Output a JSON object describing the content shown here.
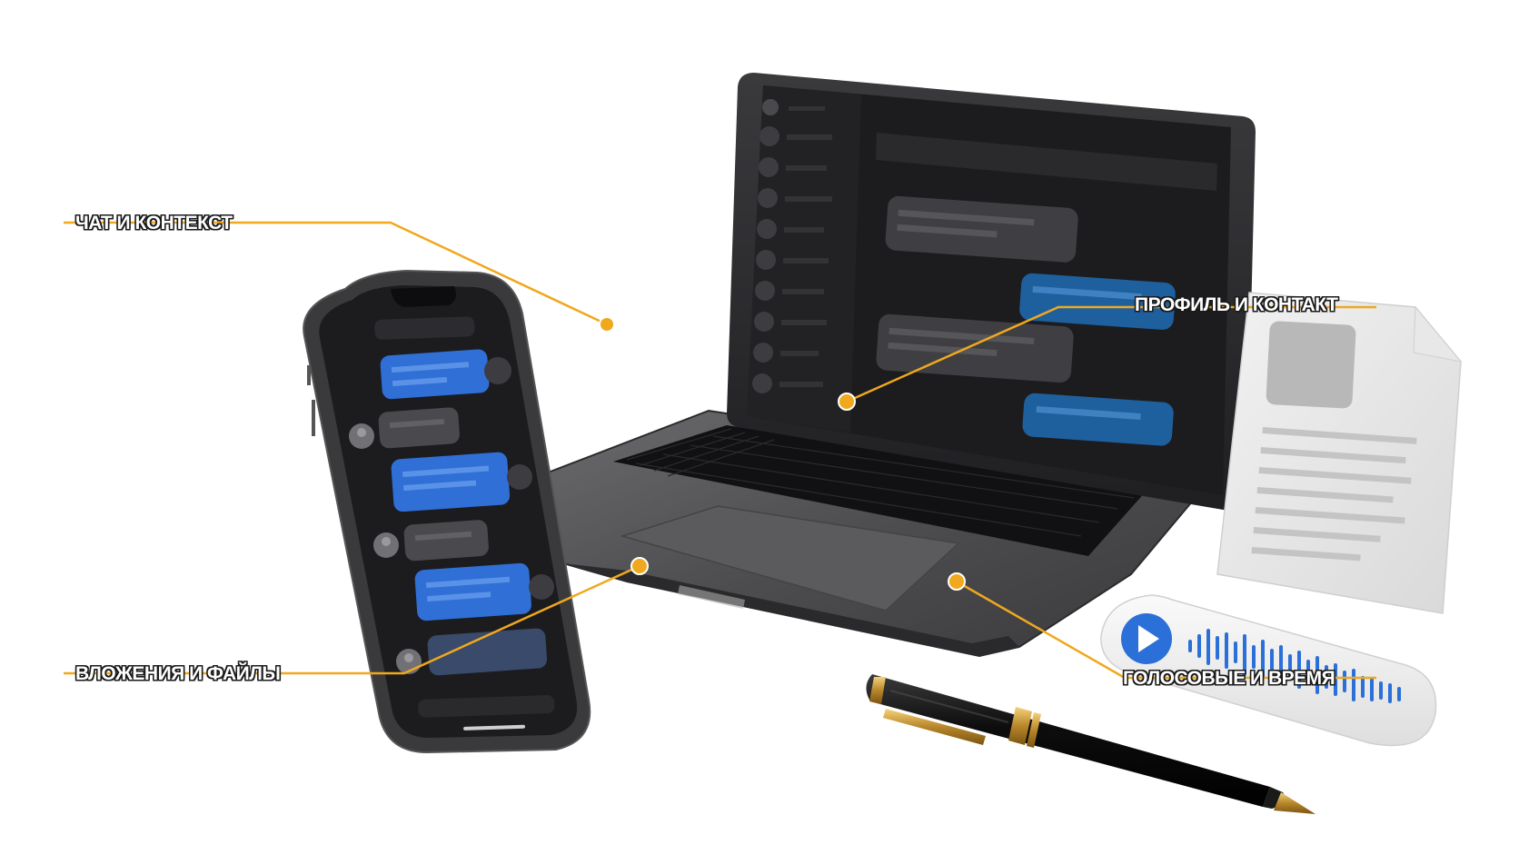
{
  "callouts": {
    "chat": "ЧАТ И КОНТЕКСТ",
    "profile": "ПРОФИЛЬ И КОНТАКТ",
    "attachments": "ВЛОЖЕНИЯ И ФАЙЛЫ",
    "voice": "ГОЛОСОВЫЕ И ВРЕМЯ"
  },
  "colors": {
    "accent": "#f0a81e",
    "bubble_blue": "#2f6fd6",
    "bubble_gray": "#4a4a4e",
    "screen": "#1c1c1f",
    "device_frame": "#2a2a2d",
    "voice_blue": "#2b6fd8"
  },
  "icons": [
    "play-icon",
    "waveform-icon",
    "avatar-icon",
    "document-icon",
    "pen-icon"
  ]
}
